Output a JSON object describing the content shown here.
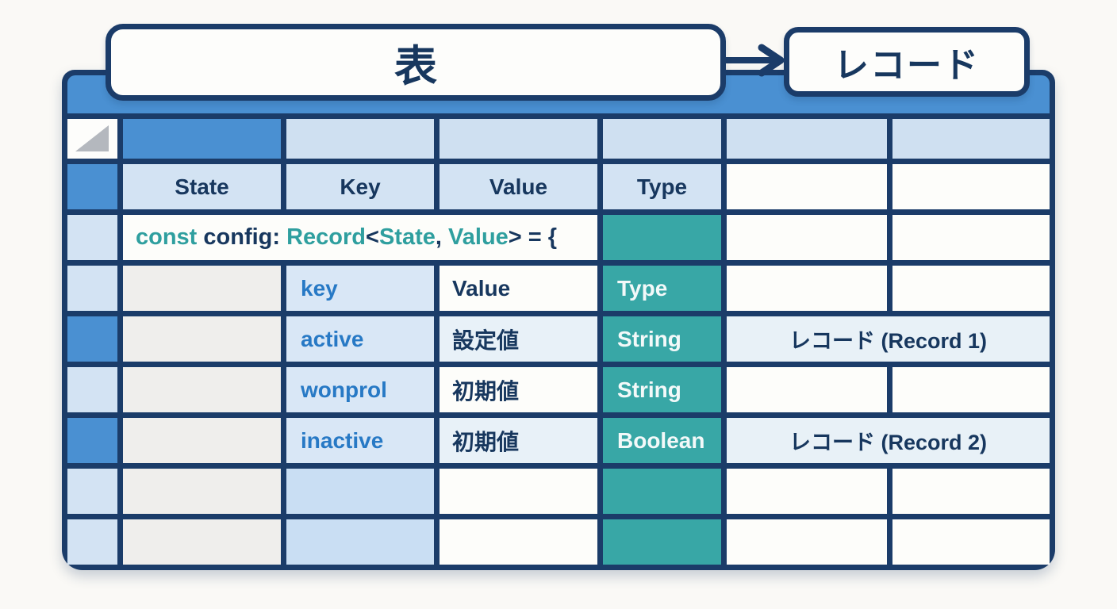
{
  "flow": {
    "table_label": "表",
    "record_label": "レコード"
  },
  "colors": {
    "navy_border": "#1b3c69",
    "navy_text": "#17375e",
    "banner_blue": "#4a90d2",
    "light_blue_cell": "#d3e3f3",
    "key_cell_blue": "#d9e7f6",
    "key_text_blue": "#2779c5",
    "teal_cell": "#38a7a6",
    "code_teal": "#2f9f9f",
    "state_col_gray": "#efeeec",
    "record_cell": "#e8f1f7",
    "triangle_gray": "#b4b8be"
  },
  "grid": {
    "column_headers": [
      "State",
      "Key",
      "Value",
      "Type"
    ],
    "code_tokens": {
      "t1": "const ",
      "t2": "config: ",
      "t3": "Record",
      "t4": "<",
      "t5": "State",
      "t6": ", ",
      "t7": "Value",
      "t8": ">",
      "t9": " = {"
    },
    "rows": [
      {
        "key": "key",
        "value": "Value",
        "type": "Type",
        "record": ""
      },
      {
        "key": "active",
        "value": "設定値",
        "type": "String",
        "record": "レコード (Record 1)"
      },
      {
        "key": "wonprol",
        "value": "初期値",
        "type": "String",
        "record": ""
      },
      {
        "key": "inactive",
        "value": "初期値",
        "type": "Boolean",
        "record": "レコード (Record 2)"
      }
    ]
  }
}
